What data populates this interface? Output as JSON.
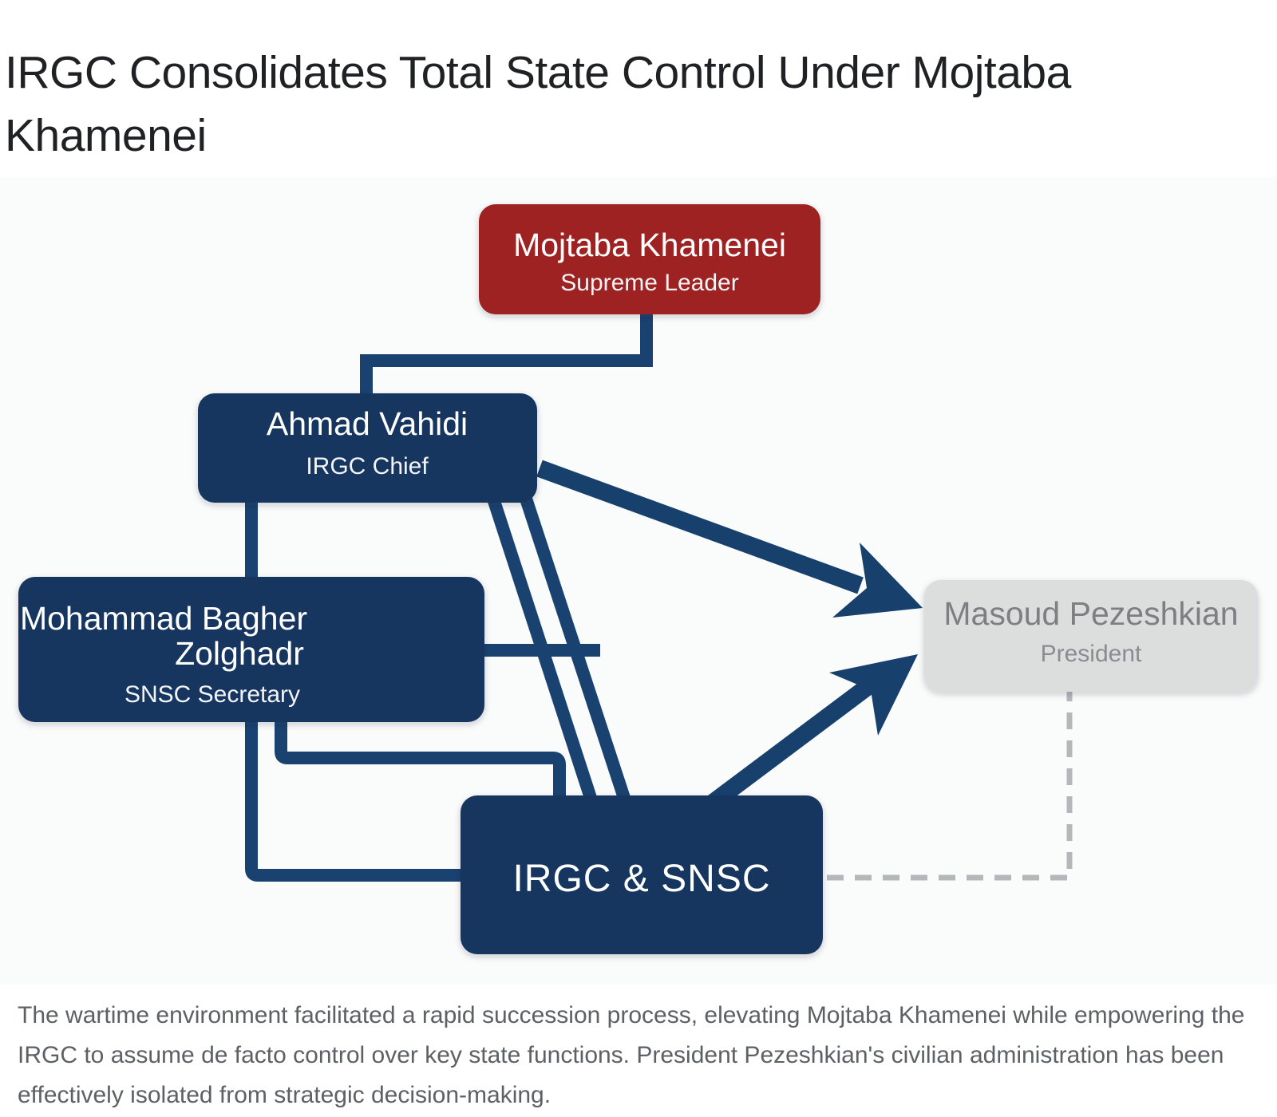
{
  "page": {
    "title": "IRGC Consolidates Total State Control Under Mojtaba Khamenei",
    "caption": "The wartime environment facilitated a rapid succession process, elevating Mojtaba Khamenei while empowering the IRGC to assume de facto control over key state functions. President Pezeshkian's civilian administration has been effectively isolated from strategic decision-making."
  },
  "diagram": {
    "type": "org-chart",
    "background": "#fafbfb",
    "line_color": "#1a4270",
    "dashed_line_color": "#b4b7b9",
    "nodes": {
      "supreme_leader": {
        "name": "Mojtaba Khamenei",
        "role": "Supreme Leader",
        "fill": "#9e2020",
        "text_color": "#ffffff"
      },
      "irgc_chief": {
        "name": "Ahmad Vahidi",
        "role": "IRGC Chief",
        "fill": "#16365e",
        "text_color": "#ffffff"
      },
      "snsc_secretary": {
        "name_line1": "Mohammad Bagher",
        "name_line2": "Zolghadr",
        "role": "SNSC Secretary",
        "fill": "#16365e",
        "text_color": "#ffffff"
      },
      "irgc_snsc": {
        "name": "IRGC & SNSC",
        "fill": "#16365e",
        "text_color": "#ffffff"
      },
      "president": {
        "name": "Masoud Pezeshkian",
        "role": "President",
        "fill": "#dcdddd",
        "text_color": "#7d7f82"
      }
    },
    "edges": [
      {
        "from": "supreme_leader",
        "to": "irgc_chief",
        "style": "solid-elbow"
      },
      {
        "from": "irgc_chief",
        "to": "snsc_secretary",
        "style": "solid-vertical"
      },
      {
        "from": "irgc_chief",
        "to": "irgc_snsc",
        "style": "solid-diagonal-double"
      },
      {
        "from": "snsc_secretary",
        "to": "irgc_snsc",
        "style": "solid-elbow-double"
      },
      {
        "from": "irgc_chief",
        "to": "president",
        "style": "bold-arrow"
      },
      {
        "from": "irgc_snsc",
        "to": "president",
        "style": "bold-arrow"
      },
      {
        "from": "irgc_snsc",
        "to": "president",
        "style": "dashed-elbow"
      }
    ]
  }
}
